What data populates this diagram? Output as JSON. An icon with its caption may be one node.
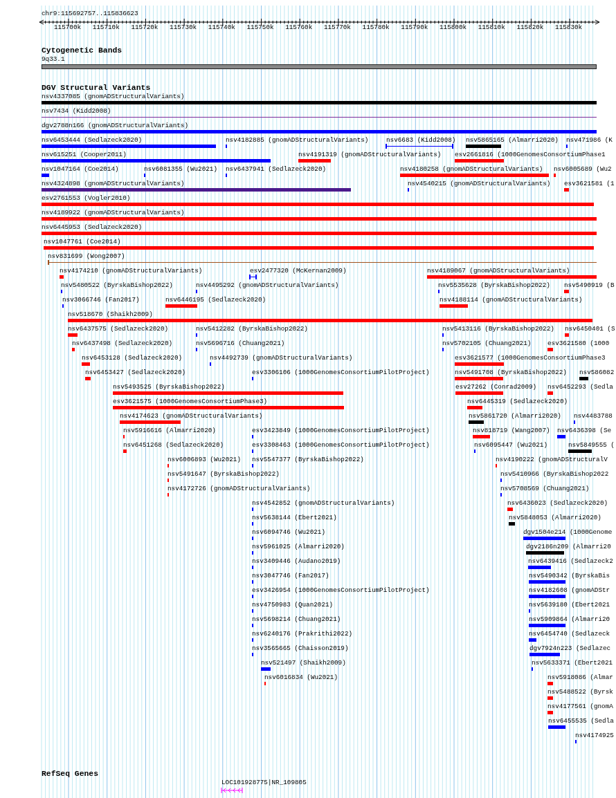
{
  "diagram": {
    "labels": [
      "chr9:115692757..115836623",
      "115700k",
      "115710k",
      "115720k",
      "115730k",
      "115740k",
      "115750k",
      "115760k",
      "115770k",
      "115780k",
      "115790k",
      "115800k",
      "115810k",
      "115820k",
      "115830k",
      "Cytogenetic Bands",
      "9q33.1",
      "DGV Structural Variants",
      "nsv4337085 (gnomADStructuralVariants)",
      "nsv7434 (Kidd2008)",
      "dgv2788n166 (gnomADStructuralVariants)",
      "nsv6453444 (Sedlazeck2020)",
      "nsv4182885 (gnomADStructuralVariants)",
      "nsv6683 (Kidd2008)",
      "nsv5865165 (Almarri2020)",
      "nsv471986 (K",
      "nsv615251 (Cooper2011)",
      "nsv4191319 (gnomADStructuralVariants)",
      "esv2661816 (1000GenomesConsortiumPhase1",
      "nsv1047164 (Coe2014)",
      "nsv6081355 (Wu2021)",
      "nsv6437941 (Sedlazeck2020)",
      "nsv4180258 (gnomADStructuralVariants)",
      "nsv6005689 (Wu2",
      "nsv4324898 (gnomADStructuralVariants)",
      "nsv4540215 (gnomADStructuralVariants)",
      "esv3621581 (1",
      "esv2761553 (Vogler2010)",
      "nsv4189922 (gnomADStructuralVariants)",
      "nsv6445953 (Sedlazeck2020)",
      "nsv1047761 (Coe2014)",
      "nsv831699 (Wong2007)",
      "nsv4174210 (gnomADStructuralVariants)",
      "esv2477320 (McKernan2009)",
      "nsv4189067 (gnomADStructuralVariants)",
      "nsv5480522 (ByrskaBishop2022)",
      "nsv4495292 (gnomADStructuralVariants)",
      "nsv5535628 (ByrskaBishop2022)",
      "nsv5490919 (B",
      "nsv3066746 (Fan2017)",
      "nsv6446195 (Sedlazeck2020)",
      "nsv4188114 (gnomADStructuralVariants)",
      "nsv518670 (Shaikh2009)",
      "nsv6437575 (Sedlazeck2020)",
      "nsv5412282 (ByrskaBishop2022)",
      "nsv5413116 (ByrskaBishop2022)",
      "nsv6450401 (S",
      "nsv6437498 (Sedlazeck2020)",
      "nsv5696716 (Chuang2021)",
      "nsv5702105 (Chuang2021)",
      "esv3621580 (1000",
      "nsv6453128 (Sedlazeck2020)",
      "nsv4492739 (gnomADStructuralVariants)",
      "esv3621577 (1000GenomesConsortiumPhase3",
      "nsv6453427 (Sedlazeck2020)",
      "esv3306106 (1000GenomesConsortiumPilotProject)",
      "nsv5491708 (ByrskaBishop2022)",
      "nsv586082",
      "nsv5493525 (ByrskaBishop2022)",
      "esv27262 (Conrad2009)",
      "nsv6452293 (Sedla",
      "esv3621575 (1000GenomesConsortiumPhase3)",
      "nsv6445319 (Sedlazeck2020)",
      "nsv4174623 (gnomADStructuralVariants)",
      "nsv5861720 (Almarri2020)",
      "nsv4483788",
      "nsv5916616 (Almarri2020)",
      "esv3423849 (1000GenomesConsortiumPilotProject)",
      "nsv818719 (Wang2007)",
      "nsv6436398 (Se",
      "nsv6451268 (Sedlazeck2020)",
      "esv3308463 (1000GenomesConsortiumPilotProject)",
      "nsv6095447 (Wu2021)",
      "nsv5849555 (",
      "nsv6006893 (Wu2021)",
      "nsv5547377 (ByrskaBishop2022)",
      "nsv4190222 (gnomADStructuralV",
      "nsv5491647 (ByrskaBishop2022)",
      "nsv5410966 (ByrskaBishop2022",
      "nsv4172726 (gnomADStructuralVariants)",
      "nsv5708569 (Chuang2021)",
      "nsv4542852 (gnomADStructuralVariants)",
      "nsv6436023 (Sedlazeck2020)",
      "nsv5638144 (Ebert2021)",
      "nsv5848053 (Almarri2020)",
      "nsv6094746 (Wu2021)",
      "dgv1504e214 (1000Genome",
      "nsv5961025 (Almarri2020)",
      "dgv2186n209 (Almarri20",
      "nsv3409446 (Audano2019)",
      "nsv6439416 (Sedlazeck2",
      "nsv3047746 (Fan2017)",
      "nsv5490342 (ByrskaBis",
      "esv3426954 (1000GenomesConsortiumPilotProject)",
      "nsv4182608 (gnomADStr",
      "nsv4750983 (Quan2021)",
      "nsv5639180 (Ebert2021",
      "nsv5698214 (Chuang2021)",
      "nsv5909864 (Almarri20",
      "nsv6240176 (Prakrithi2022)",
      "nsv6454740 (Sedlazeck",
      "nsv3565665 (Chaisson2019)",
      "dgv7924n223 (Sedlazec",
      "nsv521497 (Shaikh2009)",
      "nsv5633371 (Ebert2021",
      "nsv6016834 (Wu2021)",
      "nsv5918086 (Almar",
      "nsv5488522 (Byrsk",
      "nsv4177561 (gnomA",
      "nsv6455535 (Sedla",
      "nsv4174925",
      "RefSeq Genes",
      "LOC101928775|NR_109805"
    ]
  }
}
